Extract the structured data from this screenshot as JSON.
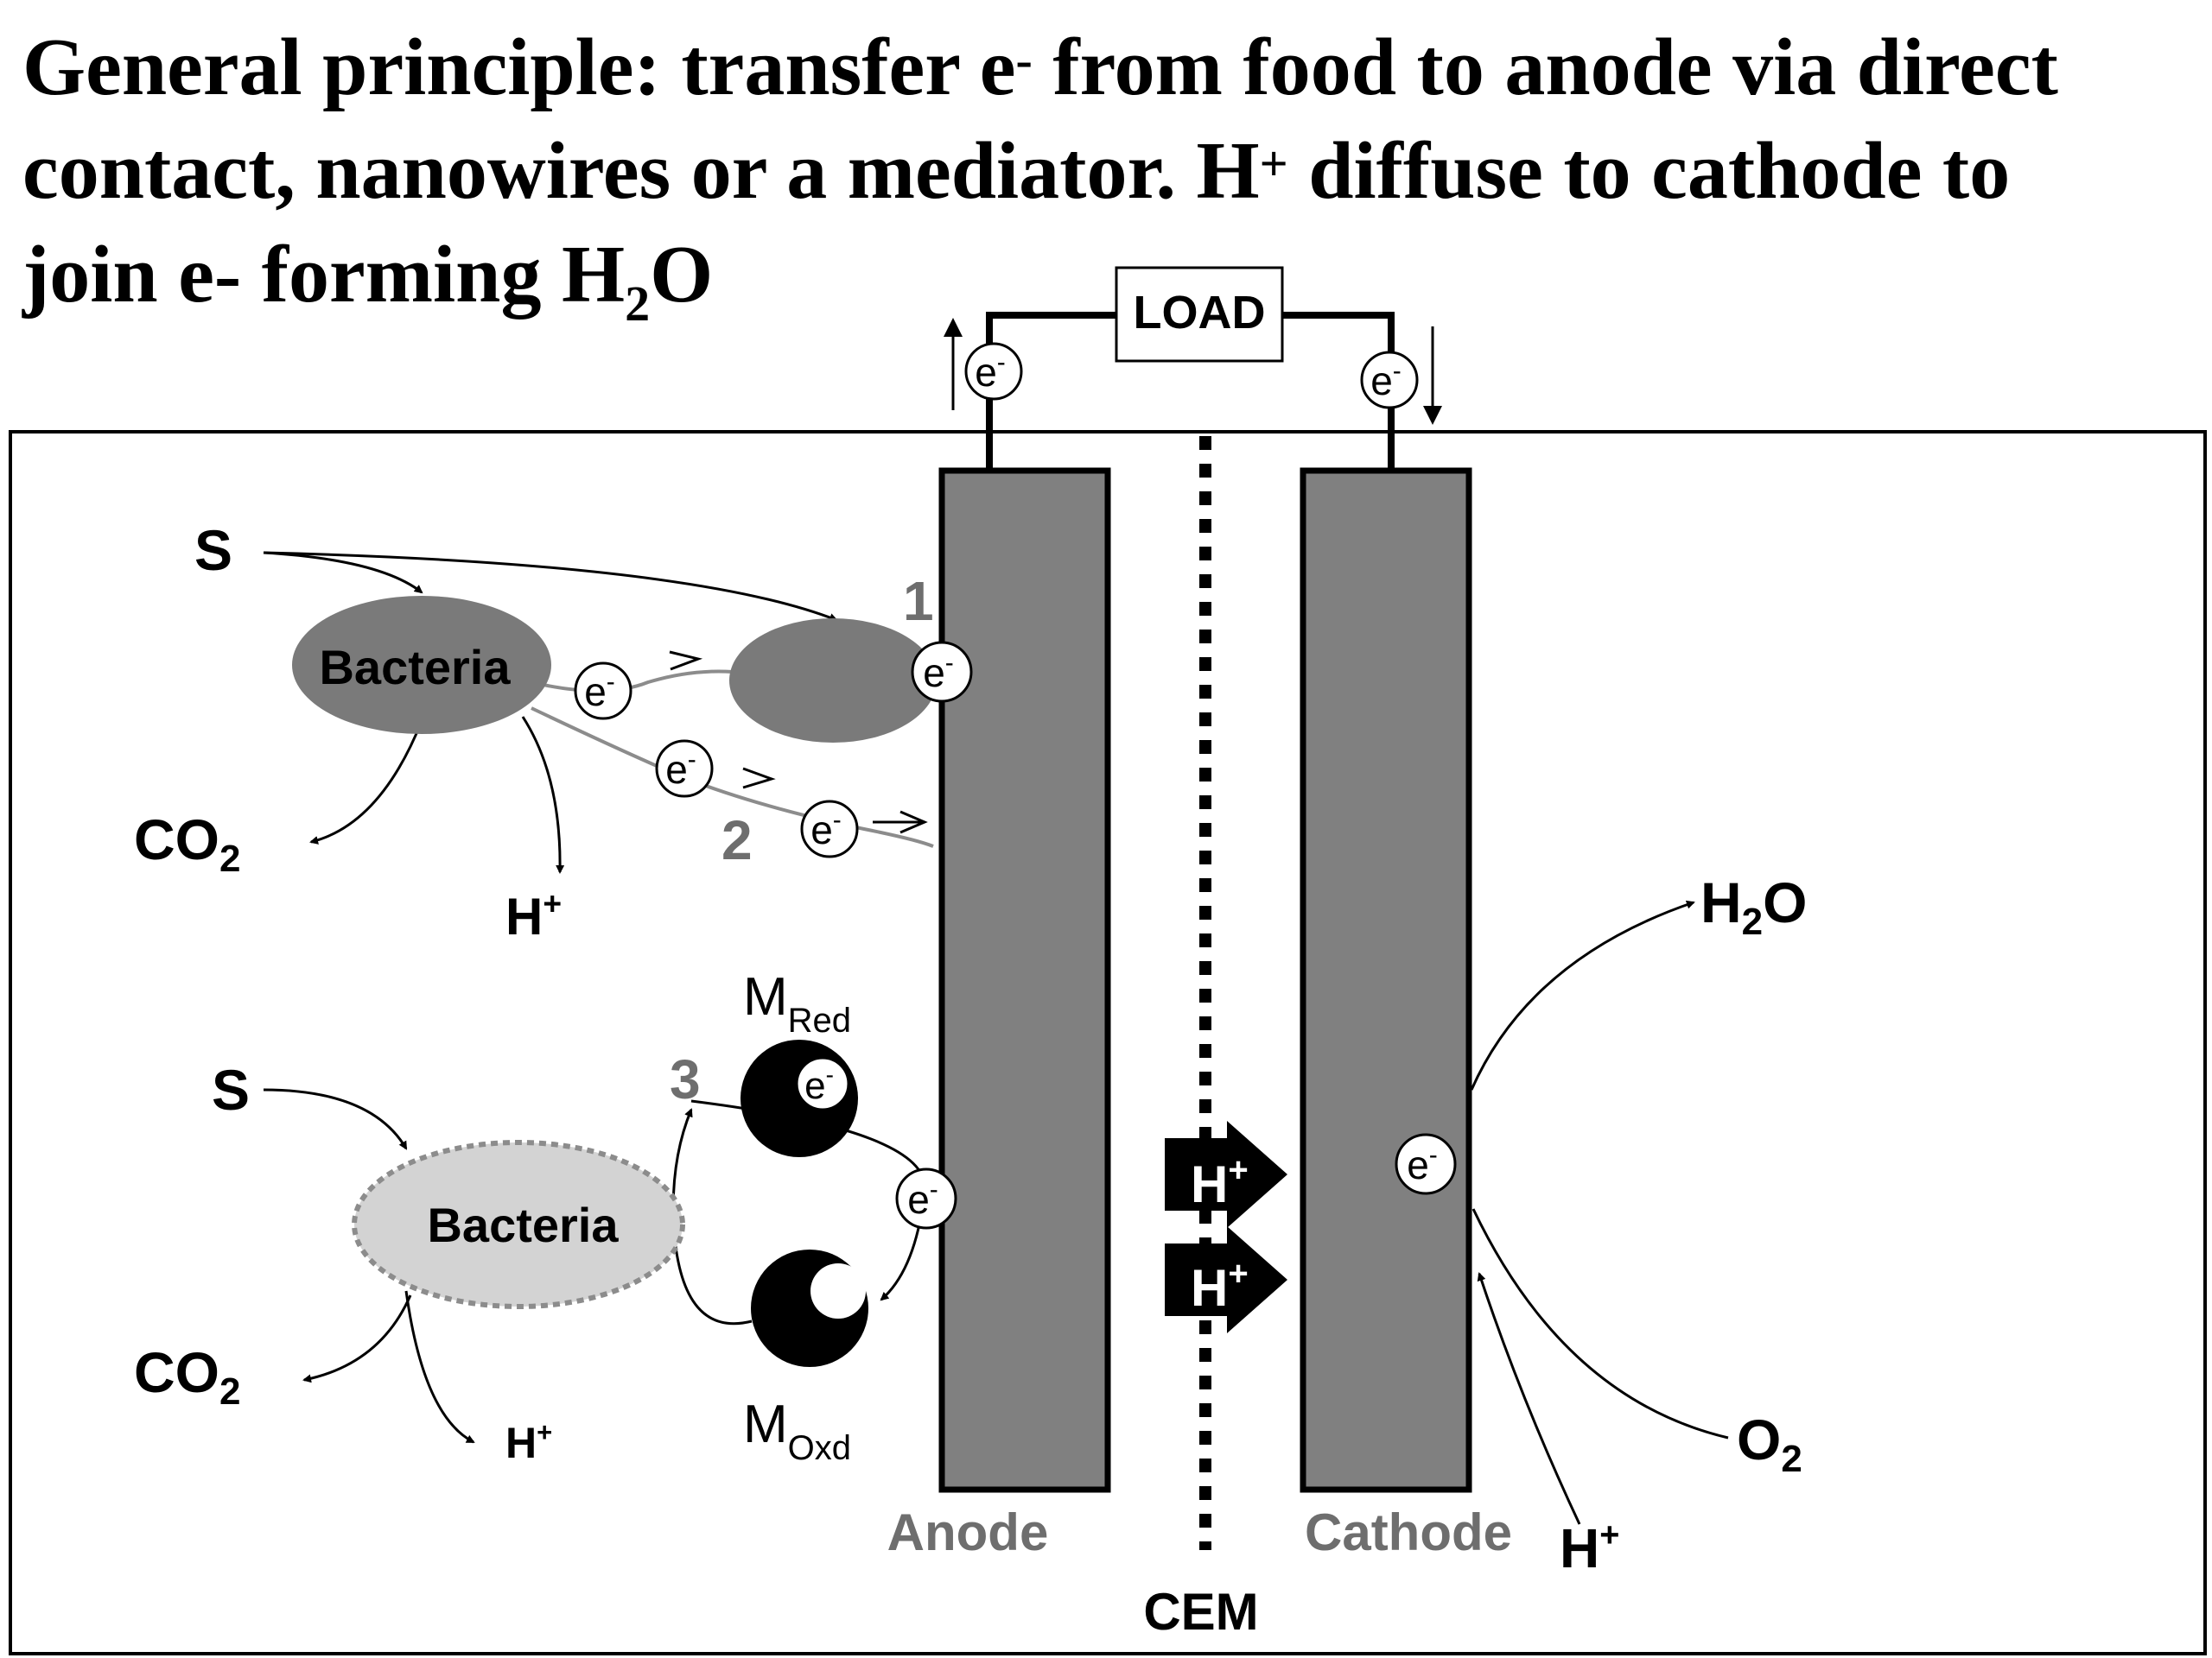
{
  "heading": {
    "line1_a": "General principle: transfer e",
    "line1_sup": "-",
    "line1_b": " from food to anode via direct",
    "line2_a": "contact, nanowires or a mediator. H",
    "line2_sup": "+",
    "line2_b": " diffuse to cathode to",
    "line3_a": "join e- forming H",
    "line3_sub": "2",
    "line3_b": "O"
  },
  "diagram": {
    "load_label": "LOAD",
    "electron": {
      "base": "e",
      "charge": "-"
    },
    "substrate_label": "S",
    "bacteria_label": "Bacteria",
    "co2": {
      "base": "CO",
      "sub": "2"
    },
    "proton": {
      "base": "H",
      "sup": "+"
    },
    "water": {
      "base": "H",
      "sub": "2",
      "tail": "O"
    },
    "oxygen": {
      "base": "O",
      "sub": "2"
    },
    "mechanism_1": "1",
    "mechanism_2": "2",
    "mechanism_3": "3",
    "m_red": {
      "base": "M",
      "sub": "Red"
    },
    "m_oxd": {
      "base": "M",
      "sub": "Oxd"
    },
    "anode_label": "Anode",
    "cathode_label": "Cathode",
    "membrane_label": "CEM"
  },
  "colors": {
    "electrode": "#808080",
    "bacteria_dark": "#7a7a7a",
    "bacteria_light": "#d3d3d3",
    "label_gray": "#6e6e6e",
    "wire": "#8c8c8c",
    "ink": "#000000"
  }
}
